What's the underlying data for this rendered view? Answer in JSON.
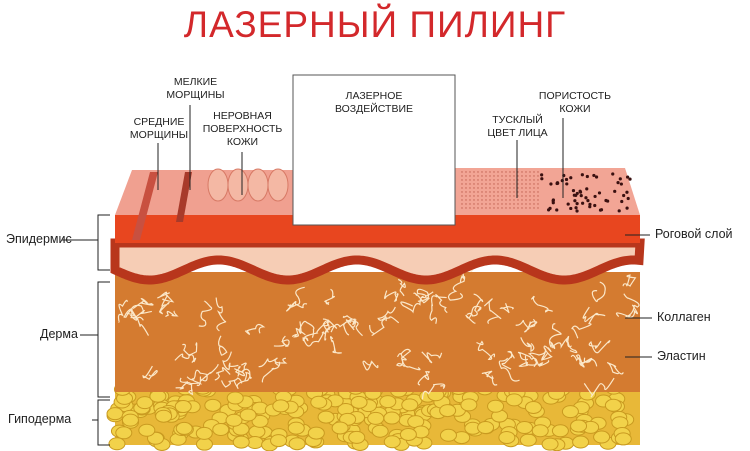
{
  "title": "ЛАЗЕРНЫЙ ПИЛИНГ",
  "top_labels": {
    "medium_wrinkles": "СРЕДНИЕ\nМОРЩИНЫ",
    "fine_wrinkles": "МЕЛКИЕ\nМОРЩИНЫ",
    "uneven_surface": "НЕРОВНАЯ\nПОВЕРХНОСТЬ\nКОЖИ",
    "laser_action": "ЛАЗЕРНОЕ\nВОЗДЕЙСТВИЕ",
    "dull_complexion": "ТУСКЛЫЙ\nЦВЕТ ЛИЦА",
    "porosity": "ПОРИСТОСТЬ\nКОЖИ"
  },
  "left_labels": {
    "epidermis": "Эпидермис",
    "dermis": "Дерма",
    "hypodermis": "Гиподерма"
  },
  "right_labels": {
    "stratum_corneum": "Роговой слой",
    "collagen": "Коллаген",
    "elastin": "Эластин"
  },
  "colors": {
    "title": "#d3282b",
    "surface": "#f0a090",
    "corneum": "#e8461f",
    "papillary": "#f6cdb5",
    "wave": "#b8361c",
    "dermis": "#d47b30",
    "fat": "#f2d24a"
  }
}
